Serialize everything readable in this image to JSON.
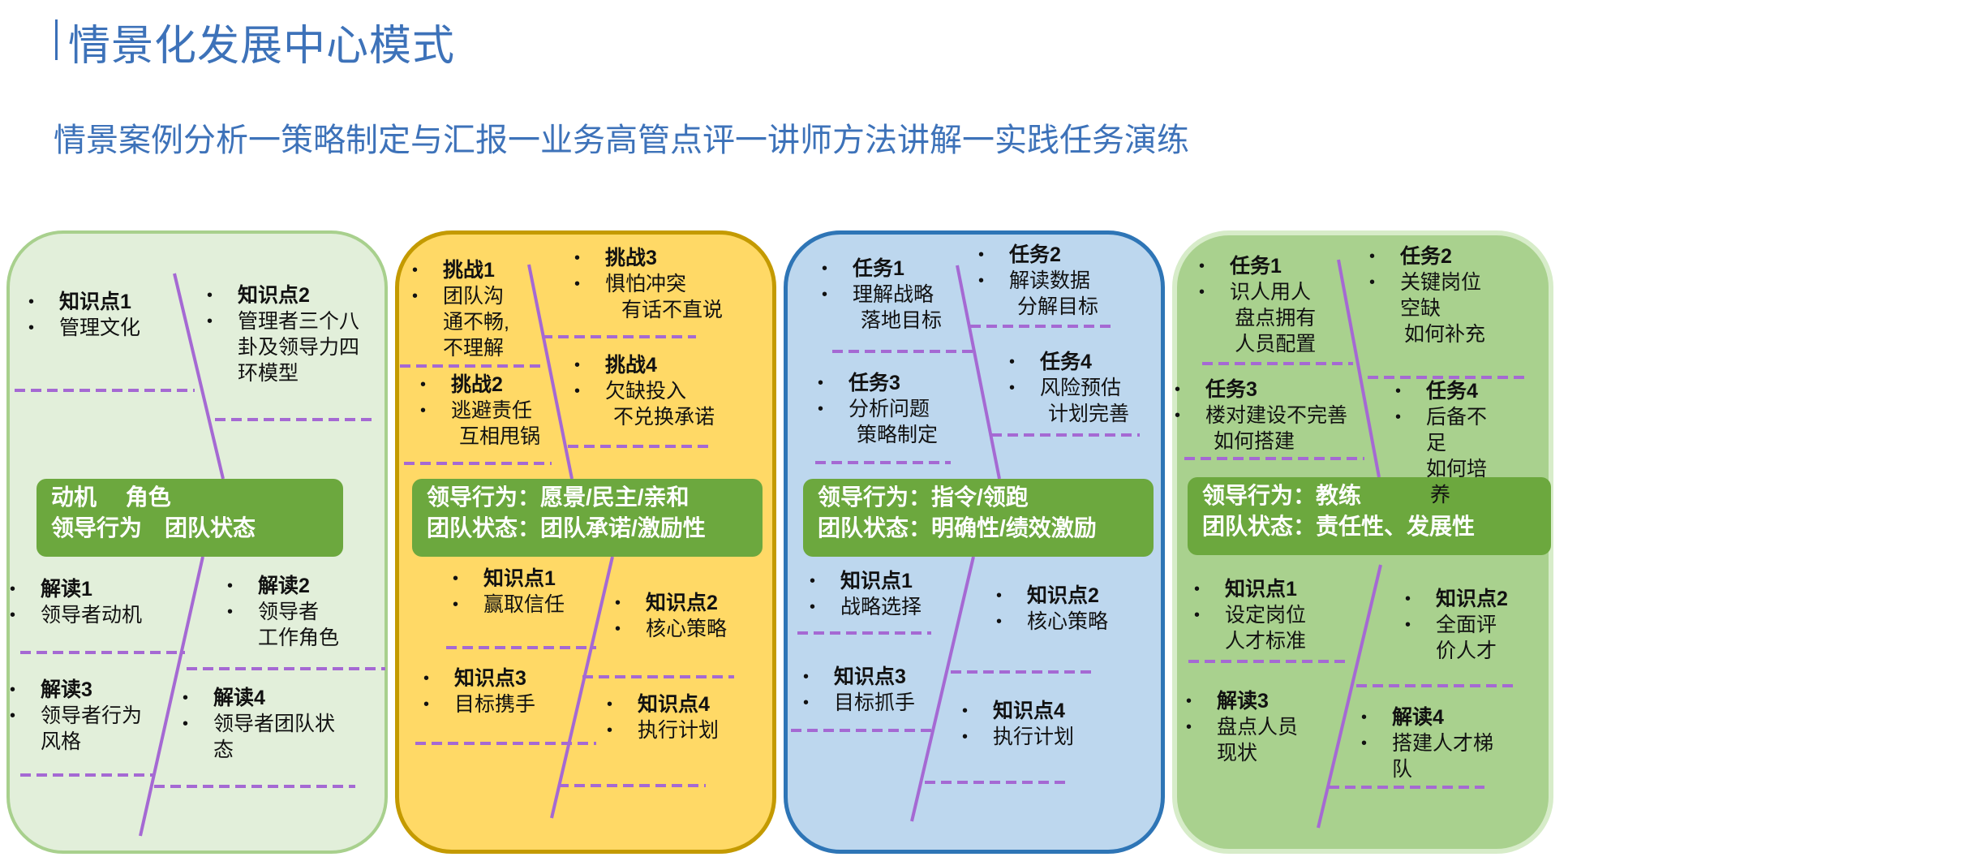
{
  "title": "情景化发展中心模式",
  "subtitle": "情景案例分析一策略制定与汇报一业务高管点评一讲师方法讲解一实践任务演练",
  "colors": {
    "title": "#3d72b9",
    "bone": "#a569d3",
    "center_box": "#6ca83e",
    "panel_1": "#e2efda",
    "panel_2": "#ffd966",
    "panel_3": "#bdd7ee",
    "panel_4": "#a9d18e"
  },
  "panels": [
    {
      "center": [
        "动机　 角色",
        "领导行为　团队状态"
      ],
      "items": [
        {
          "head": "知识点1",
          "body": [
            "管理文化"
          ]
        },
        {
          "head": "知识点2",
          "body": [
            "管理者三个八",
            "卦及领导力四",
            "环模型"
          ]
        },
        {
          "head": "解读1",
          "body": [
            "领导者动机"
          ]
        },
        {
          "head": "解读2",
          "body": [
            "领导者",
            "工作角色"
          ]
        },
        {
          "head": "解读3",
          "body": [
            "领导者行为",
            "风格"
          ]
        },
        {
          "head": "解读4",
          "body": [
            "领导者团队状",
            "态"
          ]
        }
      ]
    },
    {
      "center": [
        "领导行为：愿景/民主/亲和",
        "团队状态：团队承诺/激励性"
      ],
      "items": [
        {
          "head": "挑战1",
          "body": [
            "团队沟",
            "通不畅,",
            "不理解"
          ]
        },
        {
          "head": "挑战3",
          "body": [
            "惧怕冲突",
            "有话不直说"
          ]
        },
        {
          "head": "挑战2",
          "body": [
            "逃避责任",
            "互相甩锅"
          ]
        },
        {
          "head": "挑战4",
          "body": [
            "欠缺投入",
            "不兑换承诺"
          ]
        },
        {
          "head": "知识点1",
          "body": [
            "赢取信任"
          ]
        },
        {
          "head": "知识点2",
          "body": [
            "核心策略"
          ]
        },
        {
          "head": "知识点3",
          "body": [
            "目标携手"
          ]
        },
        {
          "head": "知识点4",
          "body": [
            "执行计划"
          ]
        }
      ]
    },
    {
      "center": [
        "领导行为：指令/领跑",
        "团队状态：明确性/绩效激励"
      ],
      "items": [
        {
          "head": "任务1",
          "body": [
            "理解战略",
            "落地目标"
          ]
        },
        {
          "head": "任务2",
          "body": [
            "解读数据",
            "分解目标"
          ]
        },
        {
          "head": "任务3",
          "body": [
            "分析问题",
            "策略制定"
          ]
        },
        {
          "head": "任务4",
          "body": [
            "风险预估",
            "计划完善"
          ]
        },
        {
          "head": "知识点1",
          "body": [
            "战略选择"
          ]
        },
        {
          "head": "知识点2",
          "body": [
            "核心策略"
          ]
        },
        {
          "head": "知识点3",
          "body": [
            "目标抓手"
          ]
        },
        {
          "head": "知识点4",
          "body": [
            "执行计划"
          ]
        }
      ]
    },
    {
      "center": [
        "领导行为：教练",
        "团队状态：责任性、发展性"
      ],
      "items": [
        {
          "head": "任务1",
          "body": [
            "识人用人",
            "盘点拥有",
            "人员配置"
          ]
        },
        {
          "head": "任务2",
          "body": [
            "关键岗位",
            "空缺",
            "如何补充"
          ]
        },
        {
          "head": "任务3",
          "body": [
            "楼对建设不完善",
            "如何搭建"
          ]
        },
        {
          "head": "任务4",
          "body": [
            "后备不",
            "足",
            "如何培",
            "养"
          ]
        },
        {
          "head": "知识点1",
          "body": [
            "设定岗位",
            "人才标准"
          ]
        },
        {
          "head": "知识点2",
          "body": [
            "全面评",
            "价人才"
          ]
        },
        {
          "head": "解读3",
          "body": [
            "盘点人员",
            "现状"
          ]
        },
        {
          "head": "解读4",
          "body": [
            "搭建人才梯",
            "队"
          ]
        }
      ]
    }
  ]
}
